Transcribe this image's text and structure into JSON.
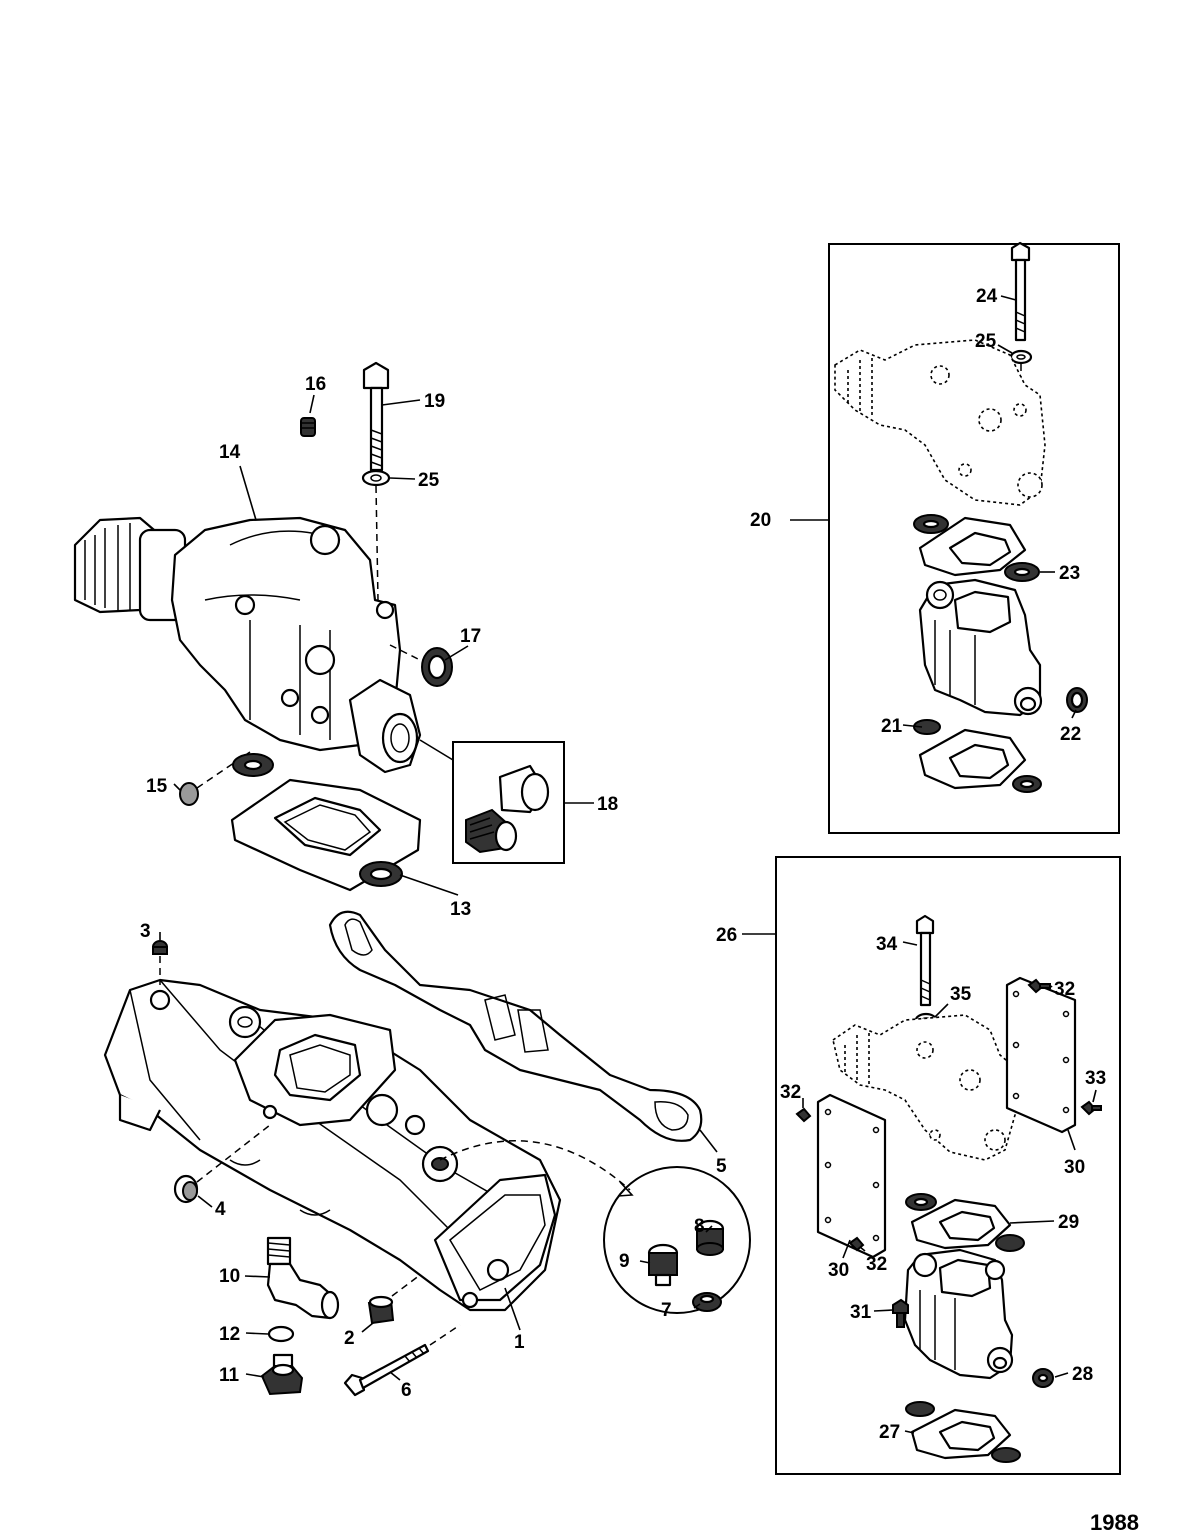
{
  "figure": {
    "id": "1988"
  },
  "callouts": [
    {
      "key": "p1",
      "text": "1"
    },
    {
      "key": "p2",
      "text": "2"
    },
    {
      "key": "p3",
      "text": "3"
    },
    {
      "key": "p4",
      "text": "4"
    },
    {
      "key": "p5",
      "text": "5"
    },
    {
      "key": "p6",
      "text": "6"
    },
    {
      "key": "p7",
      "text": "7"
    },
    {
      "key": "p8",
      "text": "8"
    },
    {
      "key": "p9",
      "text": "9"
    },
    {
      "key": "p10",
      "text": "10"
    },
    {
      "key": "p11",
      "text": "11"
    },
    {
      "key": "p12",
      "text": "12"
    },
    {
      "key": "p13",
      "text": "13"
    },
    {
      "key": "p14",
      "text": "14"
    },
    {
      "key": "p15",
      "text": "15"
    },
    {
      "key": "p16",
      "text": "16"
    },
    {
      "key": "p17",
      "text": "17"
    },
    {
      "key": "p18",
      "text": "18"
    },
    {
      "key": "p19",
      "text": "19"
    },
    {
      "key": "p20",
      "text": "20"
    },
    {
      "key": "p21",
      "text": "21"
    },
    {
      "key": "p22",
      "text": "22"
    },
    {
      "key": "p23",
      "text": "23"
    },
    {
      "key": "p24",
      "text": "24"
    },
    {
      "key": "p25a",
      "text": "25"
    },
    {
      "key": "p25b",
      "text": "25"
    },
    {
      "key": "p26",
      "text": "26"
    },
    {
      "key": "p27",
      "text": "27"
    },
    {
      "key": "p28",
      "text": "28"
    },
    {
      "key": "p29",
      "text": "29"
    },
    {
      "key": "p30a",
      "text": "30"
    },
    {
      "key": "p30b",
      "text": "30"
    },
    {
      "key": "p31",
      "text": "31"
    },
    {
      "key": "p32a",
      "text": "32"
    },
    {
      "key": "p32b",
      "text": "32"
    },
    {
      "key": "p32c",
      "text": "32"
    },
    {
      "key": "p33",
      "text": "33"
    },
    {
      "key": "p34",
      "text": "34"
    },
    {
      "key": "p35",
      "text": "35"
    }
  ]
}
